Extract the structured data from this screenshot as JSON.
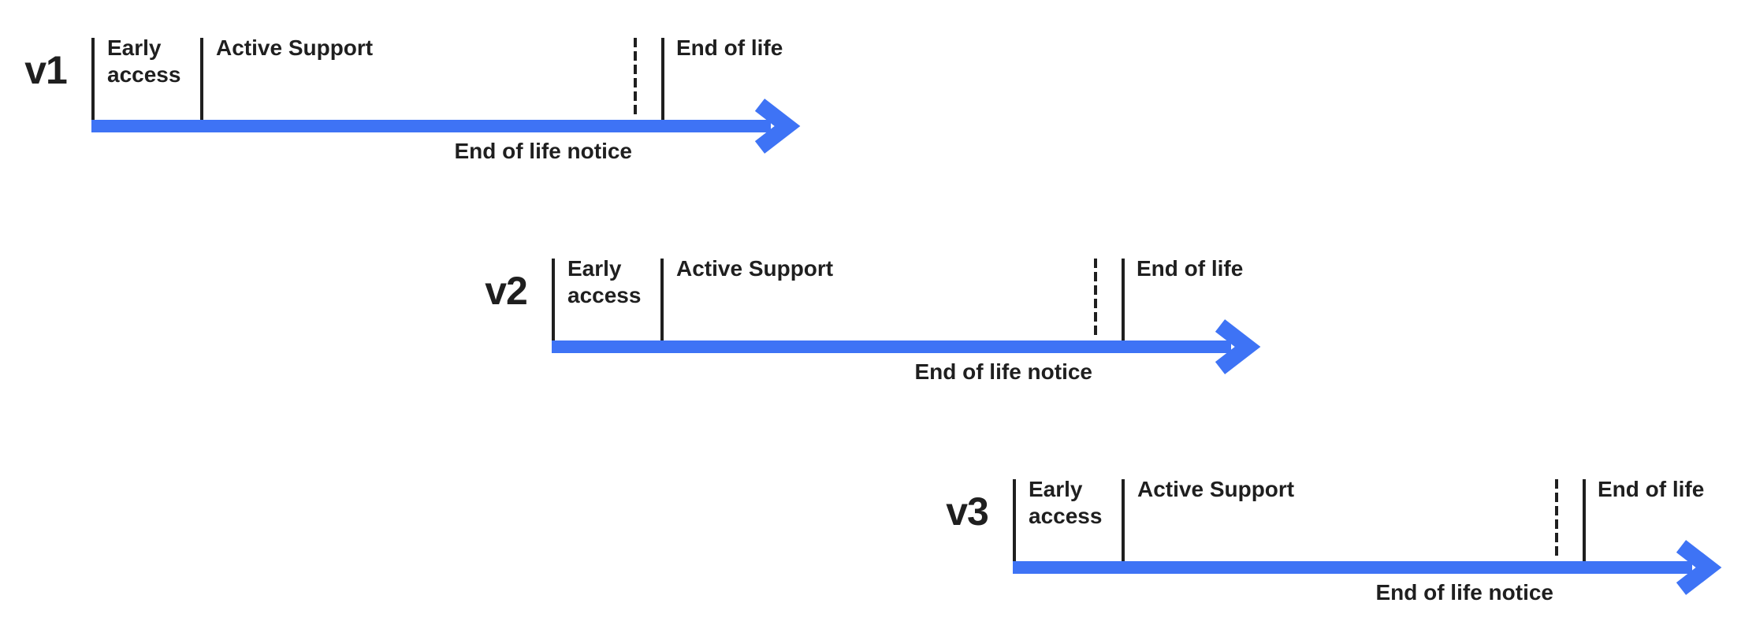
{
  "diagram": {
    "description": "Version lifecycle timelines",
    "colors": {
      "arrow": "#3E73F5",
      "ink": "#1F1F1F",
      "background": "#FFFFFF"
    },
    "rows": [
      {
        "version": "v1",
        "early_access": "Early\naccess",
        "active_support": "Active Support",
        "end_of_life": "End of life",
        "eol_notice": "End of life notice"
      },
      {
        "version": "v2",
        "early_access": "Early\naccess",
        "active_support": "Active Support",
        "end_of_life": "End of life",
        "eol_notice": "End of life notice"
      },
      {
        "version": "v3",
        "early_access": "Early\naccess",
        "active_support": "Active Support",
        "end_of_life": "End of life",
        "eol_notice": "End of life notice"
      }
    ]
  }
}
